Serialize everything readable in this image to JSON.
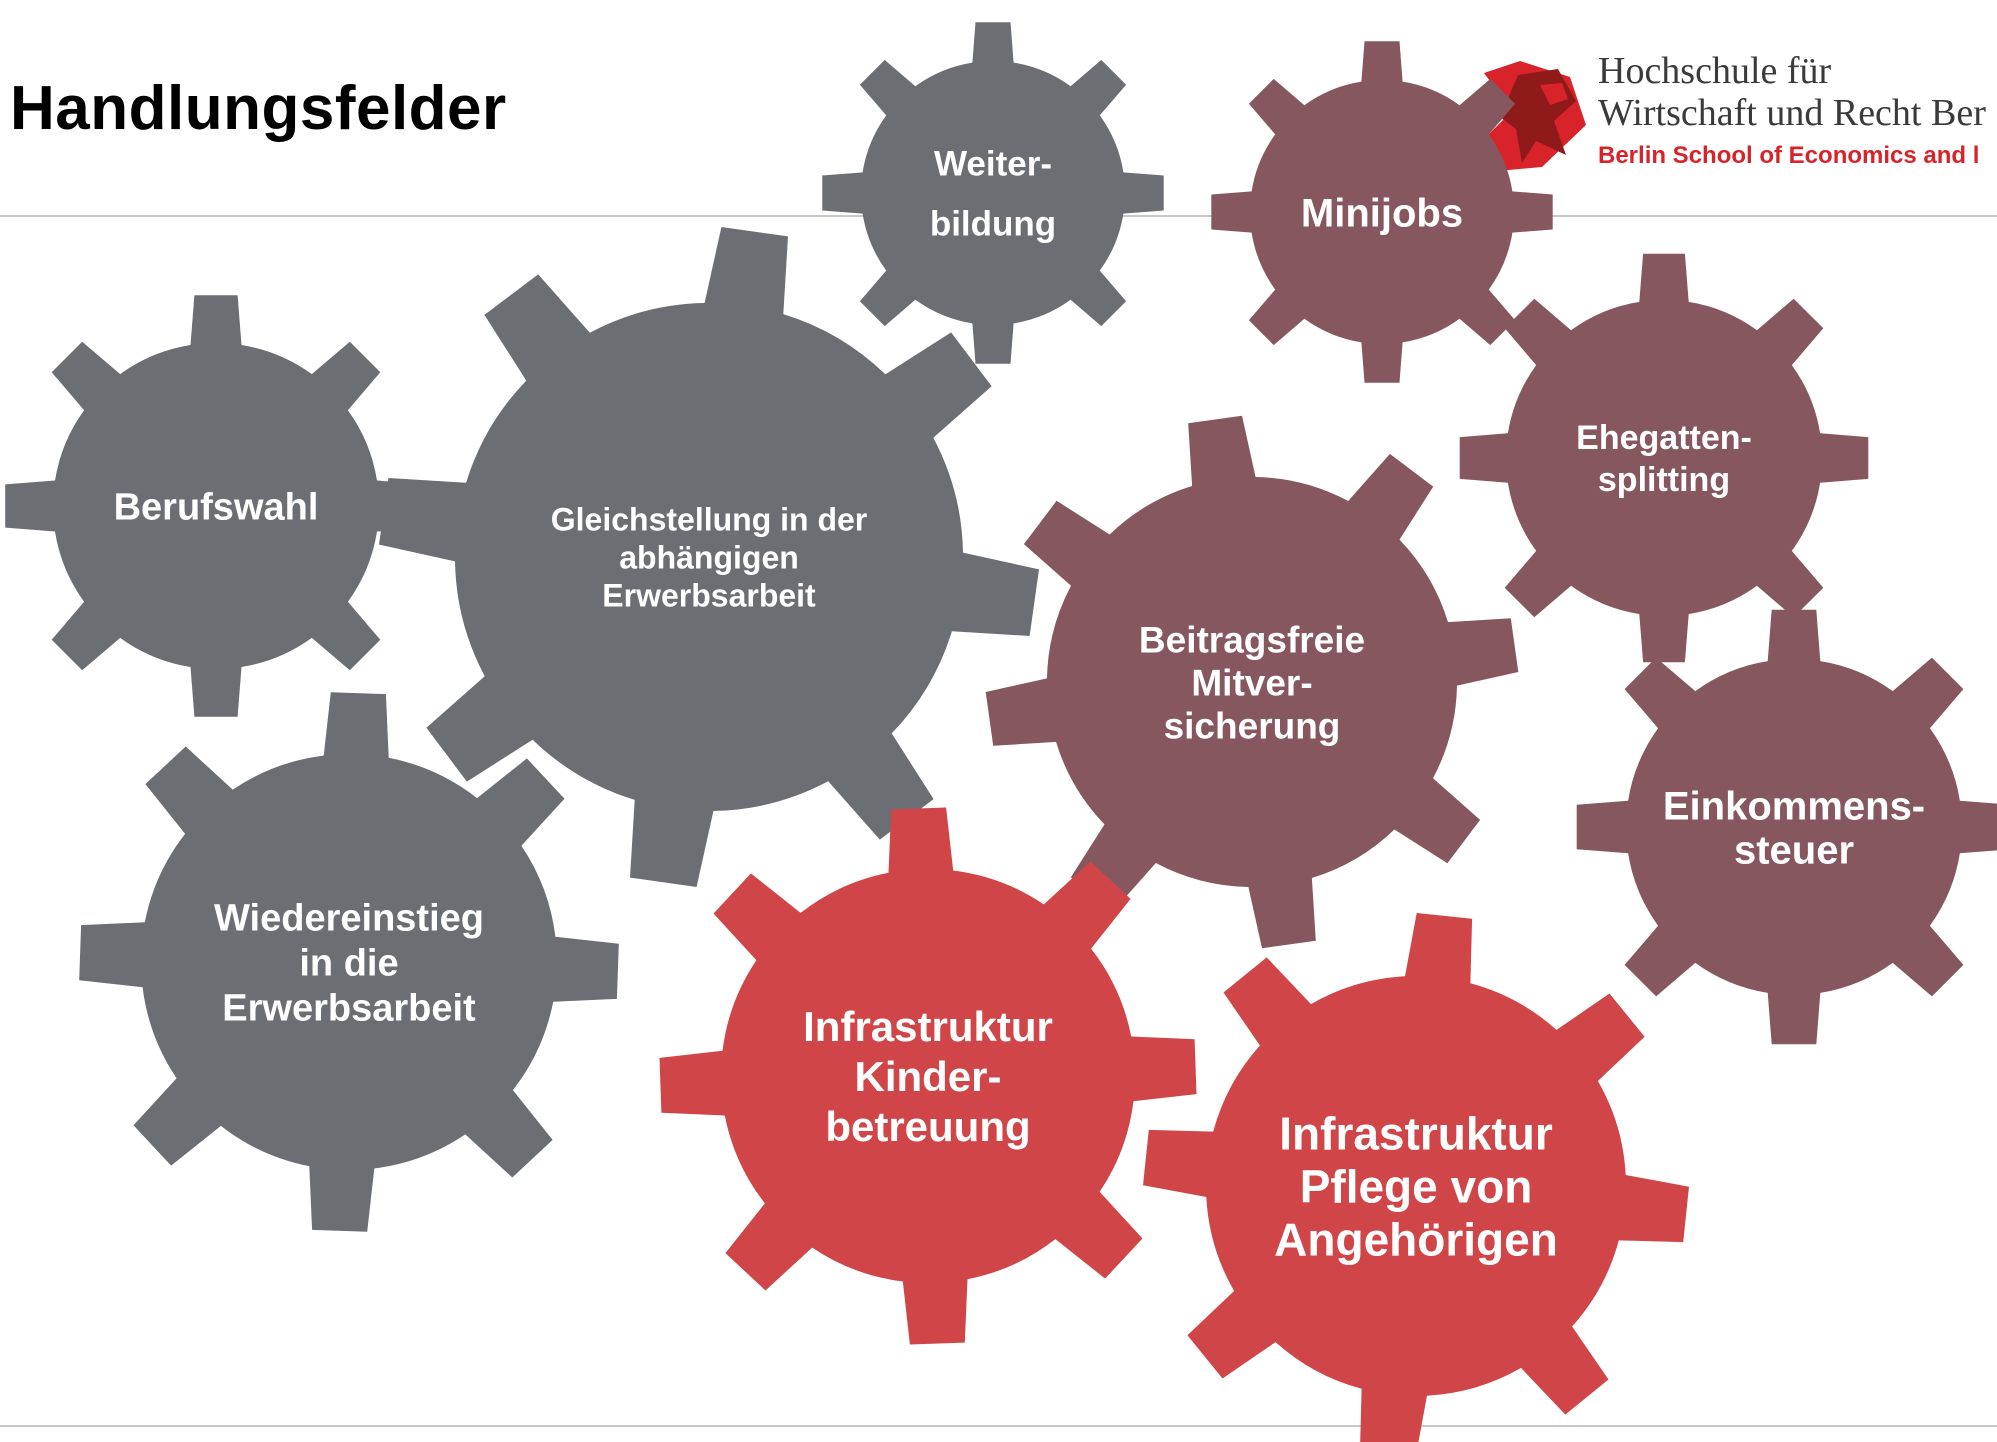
{
  "slide": {
    "title": "Handlungsfelder"
  },
  "logo": {
    "line1": "Hochschule für",
    "line2": "Wirtschaft und Recht Ber",
    "line3": "Berlin School of Economics and l"
  },
  "colors": {
    "grey": "#6b6e73",
    "mauve": "#875760",
    "red": "#d04648",
    "rule": "#c8c8c8"
  },
  "gears": [
    {
      "id": "weiterbildung",
      "color": "grey",
      "lines": [
        "Weiter-",
        "bildung"
      ]
    },
    {
      "id": "minijobs",
      "color": "mauve",
      "lines": [
        "Minijobs"
      ]
    },
    {
      "id": "berufswahl",
      "color": "grey",
      "lines": [
        "Berufswahl"
      ]
    },
    {
      "id": "gleichstellung",
      "color": "grey",
      "lines": [
        "Gleichstellung in der",
        "abhängigen",
        "Erwerbsarbeit"
      ]
    },
    {
      "id": "ehegattensplitting",
      "color": "mauve",
      "lines": [
        "Ehegatten-",
        "splitting"
      ]
    },
    {
      "id": "beitragsfreie-mitversicherung",
      "color": "mauve",
      "lines": [
        "Beitragsfreie",
        "Mitver-",
        "sicherung"
      ]
    },
    {
      "id": "einkommensteuer",
      "color": "mauve",
      "lines": [
        "Einkommens-",
        "steuer"
      ]
    },
    {
      "id": "wiedereinstieg",
      "color": "grey",
      "lines": [
        "Wiedereinstieg",
        "in die",
        "Erwerbsarbeit"
      ]
    },
    {
      "id": "infrastruktur-kinderbetreuung",
      "color": "red",
      "lines": [
        "Infrastruktur",
        "Kinder-",
        "betreuung"
      ]
    },
    {
      "id": "infrastruktur-pflege",
      "color": "red",
      "lines": [
        "Infrastruktur",
        "Pflege von",
        "Angehörigen"
      ]
    }
  ]
}
